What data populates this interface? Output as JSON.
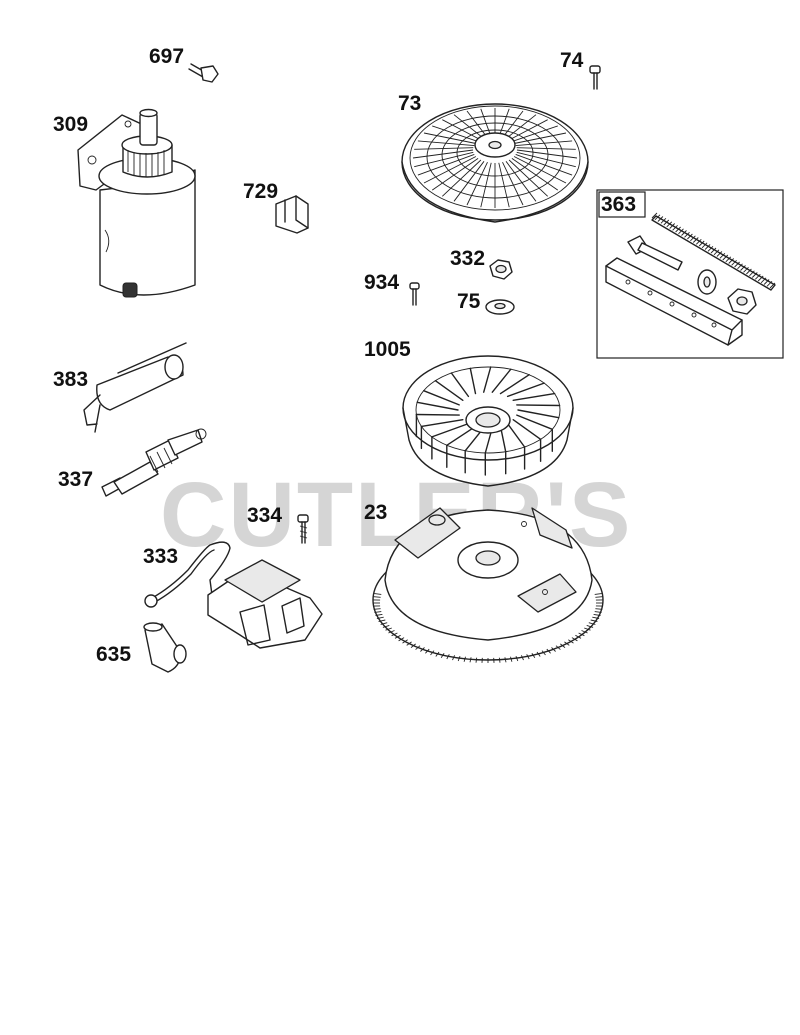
{
  "watermark": "CUTLER'S",
  "parts": {
    "p697": "697",
    "p309": "309",
    "p729": "729",
    "p383": "383",
    "p337": "337",
    "p333": "333",
    "p334": "334",
    "p635": "635",
    "p74": "74",
    "p73": "73",
    "p332": "332",
    "p934": "934",
    "p75": "75",
    "p1005": "1005",
    "p23": "23",
    "p363": "363"
  }
}
